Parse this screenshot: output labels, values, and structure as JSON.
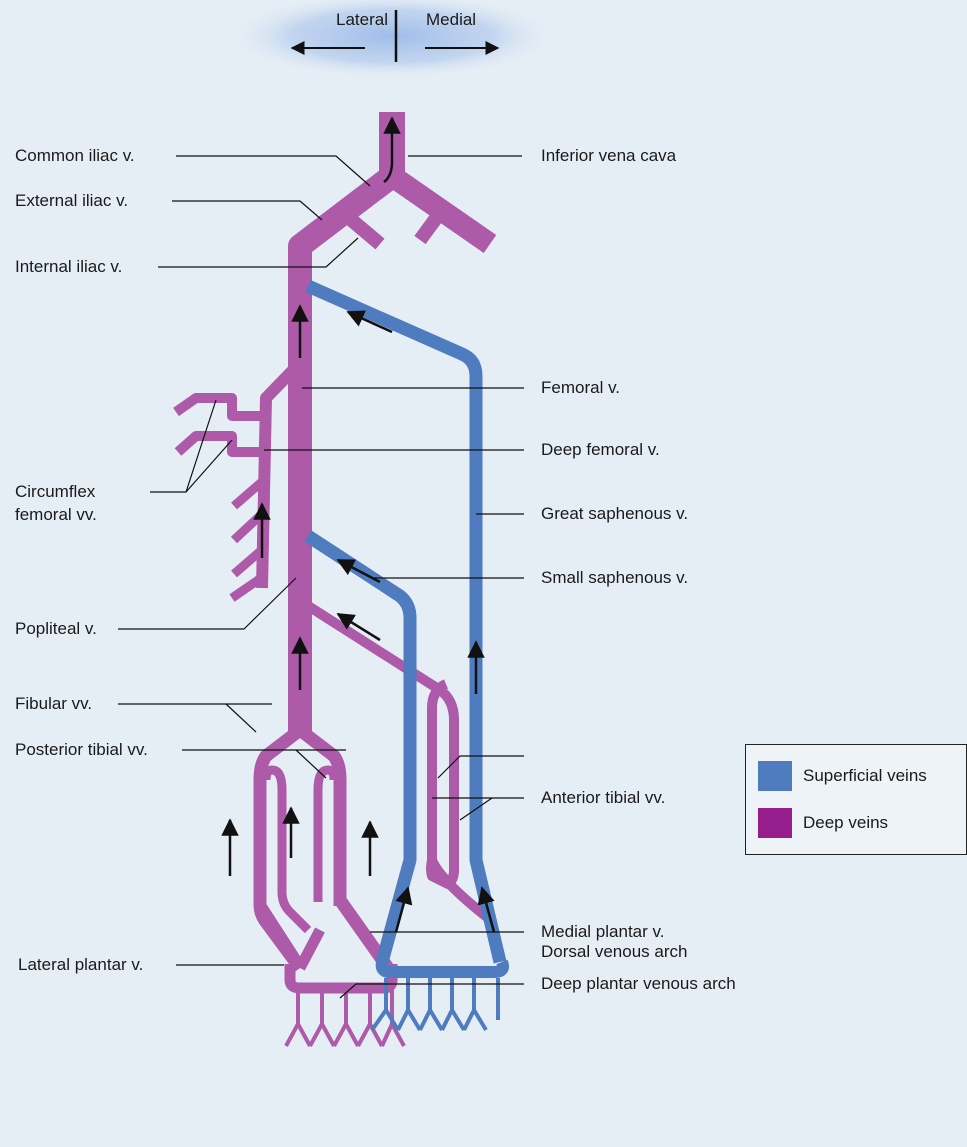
{
  "orientation": {
    "lateral": "Lateral",
    "medial": "Medial"
  },
  "labels": {
    "common_iliac": "Common iliac v.",
    "external_iliac": "External iliac v.",
    "internal_iliac": "Internal iliac v.",
    "circumflex": [
      "Circumflex",
      "femoral vv."
    ],
    "popliteal": "Popliteal v.",
    "fibular": "Fibular vv.",
    "posterior_tibial": "Posterior tibial vv.",
    "lateral_plantar": "Lateral plantar v.",
    "inferior_vena_cava": "Inferior vena cava",
    "femoral": "Femoral v.",
    "deep_femoral": "Deep femoral v.",
    "great_saphenous": "Great saphenous v.",
    "small_saphenous": "Small saphenous v.",
    "anterior_tibial": "Anterior tibial vv.",
    "dorsal_venous_arch": "Dorsal venous arch",
    "medial_plantar": "Medial plantar v.",
    "deep_plantar_arch": "Deep plantar venous arch"
  },
  "legend": {
    "items": [
      {
        "label": "Superficial veins",
        "color": "#4f7cbf"
      },
      {
        "label": "Deep veins",
        "color": "#951e8c"
      }
    ]
  },
  "colors": {
    "deep_vein": "#ad5aa8",
    "superficial_vein": "#4f7cbf",
    "background": "#e6eef5"
  }
}
